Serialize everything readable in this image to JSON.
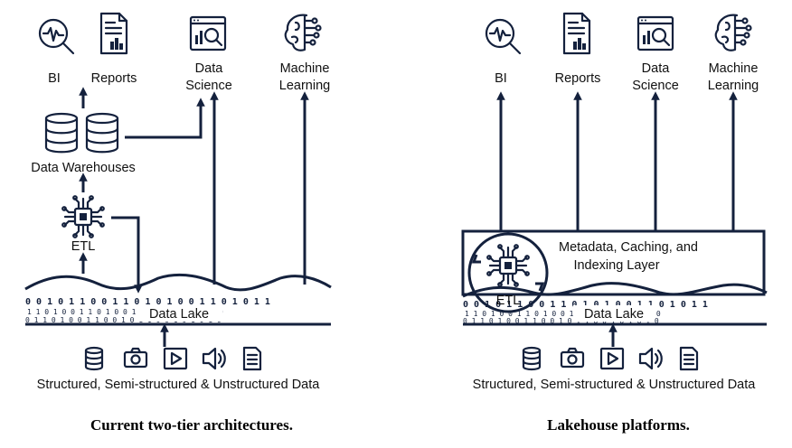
{
  "left_panel": {
    "caption": "Current two-tier architectures.",
    "consumers": {
      "bi": "BI",
      "reports": "Reports",
      "data_science_line1": "Data",
      "data_science_line2": "Science",
      "ml_line1": "Machine",
      "ml_line2": "Learning"
    },
    "warehouse": "Data Warehouses",
    "etl": "ETL",
    "data_lake": "Data Lake",
    "sources": "Structured, Semi-structured & Unstructured Data"
  },
  "right_panel": {
    "caption": "Lakehouse platforms.",
    "consumers": {
      "bi": "BI",
      "reports": "Reports",
      "data_science_line1": "Data",
      "data_science_line2": "Science",
      "ml_line1": "Machine",
      "ml_line2": "Learning"
    },
    "layer_line1": "Metadata, Caching, and",
    "layer_line2": "Indexing Layer",
    "etl": "ETL",
    "data_lake": "Data Lake",
    "sources": "Structured, Semi-structured & Unstructured Data"
  },
  "bits": {
    "row1": "0 0 1 0 1 1 0 0 1 1 0 1 0 1 0 0 1 1 0 1 0 1 1",
    "row2": "1 1 0 1 0 0 1 1 0 1 0 0 1 1 0 1 0 0 1 0 1 0 0",
    "row3": "0 1 1 0 1 0 0 1 1 0 0 1 0 1 1 0 0 1 0 1 0 1 0"
  },
  "colors": {
    "ink": "#14213d",
    "accent": "#14213d",
    "background": "#ffffff"
  },
  "icons": [
    "bi-magnifier-icon",
    "report-chart-icon",
    "data-science-window-icon",
    "brain-circuit-icon",
    "database-icon",
    "etl-chip-icon",
    "camera-icon",
    "play-icon",
    "speaker-icon",
    "document-icon"
  ]
}
